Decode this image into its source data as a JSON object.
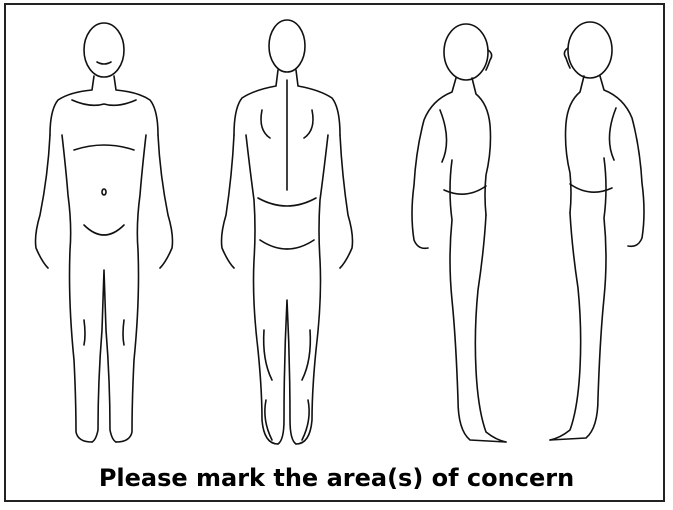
{
  "caption": "Please mark the area(s) of concern",
  "figures": [
    {
      "view": "front"
    },
    {
      "view": "back"
    },
    {
      "view": "side-right"
    },
    {
      "view": "side-left"
    }
  ],
  "colors": {
    "line": "#111111",
    "background": "#ffffff",
    "border": "#222222"
  }
}
